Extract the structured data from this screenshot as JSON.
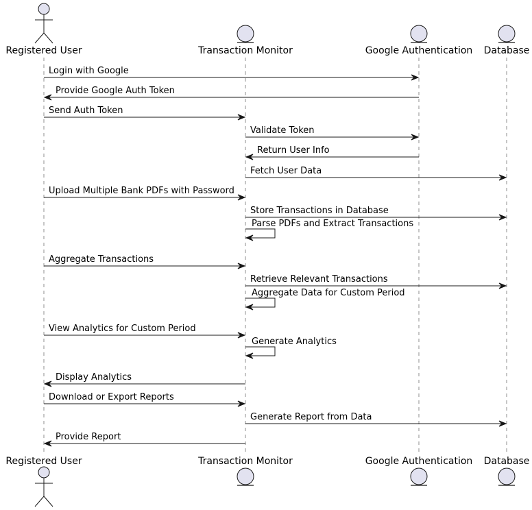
{
  "participants": [
    {
      "name": "Registered User",
      "kind": "actor"
    },
    {
      "name": "Transaction Monitor",
      "kind": "entity"
    },
    {
      "name": "Google Authentication",
      "kind": "entity"
    },
    {
      "name": "Database",
      "kind": "entity"
    }
  ],
  "messages": [
    {
      "from": 0,
      "to": 2,
      "label": "Login with Google"
    },
    {
      "from": 2,
      "to": 0,
      "label": "Provide Google Auth Token"
    },
    {
      "from": 0,
      "to": 1,
      "label": "Send Auth Token"
    },
    {
      "from": 1,
      "to": 2,
      "label": "Validate Token"
    },
    {
      "from": 2,
      "to": 1,
      "label": "Return User Info"
    },
    {
      "from": 1,
      "to": 3,
      "label": "Fetch User Data"
    },
    {
      "from": 0,
      "to": 1,
      "label": "Upload Multiple Bank PDFs with Password"
    },
    {
      "from": 1,
      "to": 3,
      "label": "Store Transactions in Database"
    },
    {
      "from": 1,
      "to": 1,
      "label": "Parse PDFs and Extract Transactions"
    },
    {
      "from": 0,
      "to": 1,
      "label": "Aggregate Transactions"
    },
    {
      "from": 1,
      "to": 3,
      "label": "Retrieve Relevant Transactions"
    },
    {
      "from": 1,
      "to": 1,
      "label": "Aggregate Data for Custom Period"
    },
    {
      "from": 0,
      "to": 1,
      "label": "View Analytics for Custom Period"
    },
    {
      "from": 1,
      "to": 1,
      "label": "Generate Analytics"
    },
    {
      "from": 1,
      "to": 0,
      "label": "Display Analytics"
    },
    {
      "from": 0,
      "to": 1,
      "label": "Download or Export Reports"
    },
    {
      "from": 1,
      "to": 3,
      "label": "Generate Report from Data"
    },
    {
      "from": 1,
      "to": 0,
      "label": "Provide Report"
    }
  ],
  "colors": {
    "participant_fill": "#E2E2F0",
    "line": "#181818",
    "lifeline": "#444444"
  }
}
